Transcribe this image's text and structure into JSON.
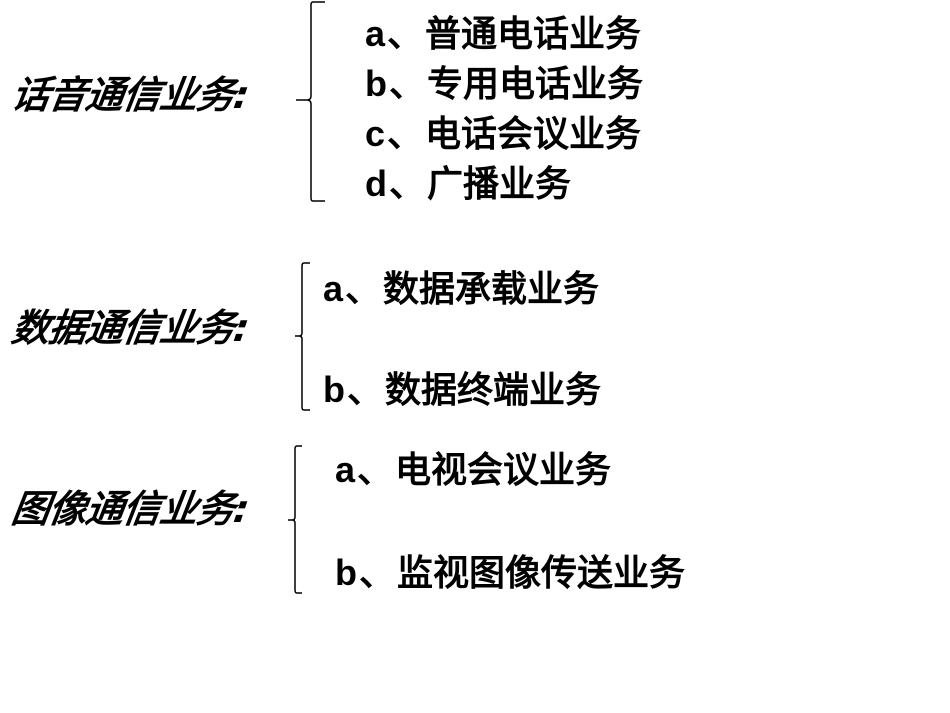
{
  "groups": [
    {
      "label": "话音通信业务:",
      "items": [
        {
          "marker": "a",
          "sep": "、",
          "text": "普通电话业务"
        },
        {
          "marker": "b",
          "sep": "、",
          "text": "专用电话业务"
        },
        {
          "marker": "c",
          "sep": "、",
          "text": "电话会议业务"
        },
        {
          "marker": "d",
          "sep": "、",
          "text": "广播业务"
        }
      ]
    },
    {
      "label": "数据通信业务:",
      "items": [
        {
          "marker": "a",
          "sep": "、",
          "text": "数据承载业务"
        },
        {
          "marker": "b",
          "sep": "、",
          "text": "数据终端业务"
        }
      ]
    },
    {
      "label": "图像通信业务:",
      "items": [
        {
          "marker": "a",
          "sep": "、",
          "text": "电视会议业务"
        },
        {
          "marker": "b",
          "sep": "、",
          "text": "监视图像传送业务"
        }
      ]
    }
  ]
}
